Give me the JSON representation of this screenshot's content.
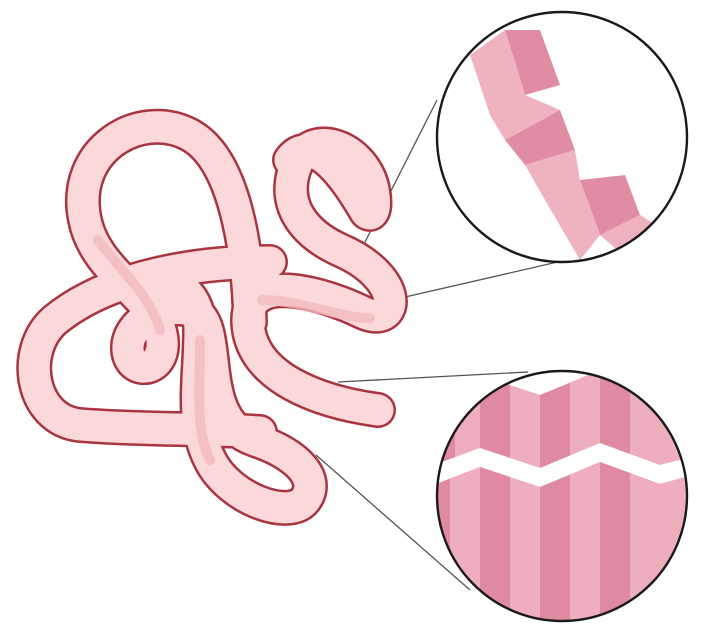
{
  "diagram": {
    "subject": "protein-structure-illustration",
    "parts": [
      {
        "id": "coil",
        "kind": "polypeptide-chain"
      },
      {
        "id": "helix-inset",
        "kind": "alpha-helix"
      },
      {
        "id": "sheet-inset",
        "kind": "beta-pleated-sheet"
      }
    ]
  },
  "colors": {
    "chain_outline": "#a8353f",
    "chain_fill": "#fbd9db",
    "chain_shadow": "#f2b9bd",
    "helix_light": "#efb2bf",
    "helix_dark": "#e08da3",
    "sheet_light": "#efaebe",
    "sheet_dark": "#e08aa1",
    "circle_stroke": "#1a1a1a",
    "callout_line": "#555555"
  }
}
